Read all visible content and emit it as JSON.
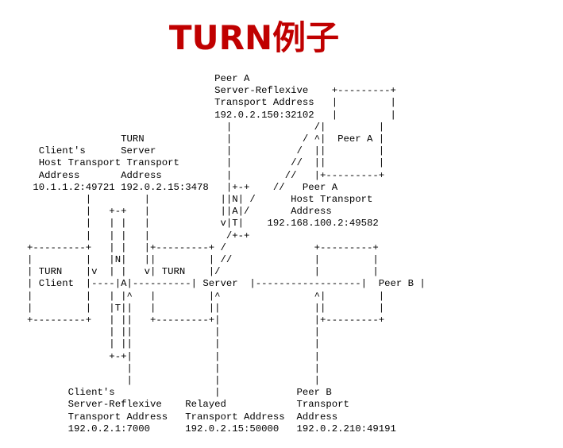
{
  "title": "TURN例子",
  "diagram_lines": [
    "                                Peer A",
    "                                Server-Reflexive    +---------+",
    "                                Transport Address   |         |",
    "                                192.0.2.150:32102   |         |",
    "                                  |              /|         |",
    "                TURN              |            / ^|  Peer A |",
    "  Client's      Server            |           /  ||         |",
    "  Host Transport Transport        |          //  ||         |",
    "  Address       Address           |         //   |+---------+",
    " 10.1.1.2:49721 192.0.2.15:3478   |+-+    //   Peer A",
    "          |         |            ||N| /      Host Transport",
    "          |   +-+   |            ||A|/       Address",
    "          |   | |   |            v|T|    192.168.100.2:49582",
    "          |   | |   |             /+-+",
    "+---------+   | |   |+---------+ /               +---------+",
    "|         |   |N|   ||         | //              |         |",
    "| TURN    |v  | |   v| TURN    |/                |         |",
    "| Client  |----|A|----------| Server  |------------------|  Peer B |",
    "|         |   | |^   |         |^                ^|         |",
    "|         |   |T||   |         ||                ||         |",
    "+---------+   | ||   +---------+|                |+---------+",
    "              | ||              |                |",
    "              | ||              |                |",
    "              +-+|              |                |",
    "                 |              |                |",
    "                 |              |                |",
    "       Client's                 |             Peer B",
    "       Server-Reflexive    Relayed            Transport",
    "       Transport Address   Transport Address  Address",
    "       192.0.2.1:7000      192.0.2.15:50000   192.0.2.210:49191"
  ]
}
